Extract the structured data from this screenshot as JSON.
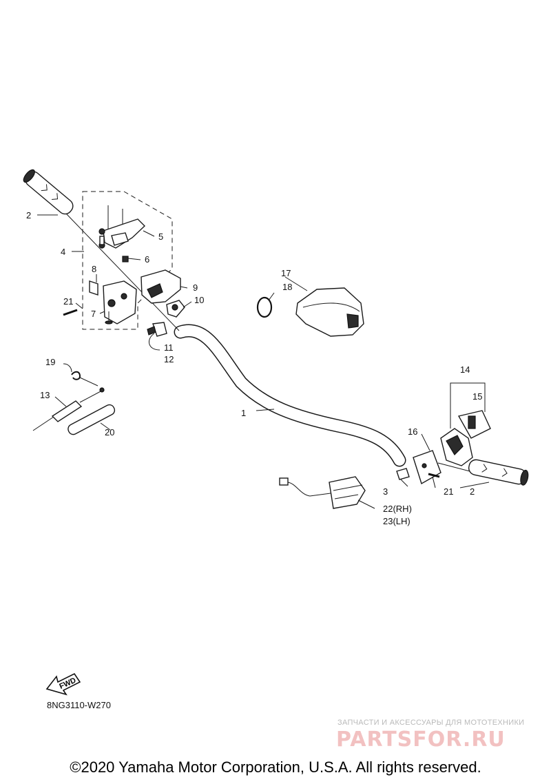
{
  "diagram": {
    "figure_code": "8NG3110-W270",
    "fwd_arrow_label": "FWD",
    "callouts": {
      "handlebar": "1",
      "grip_left": "2",
      "grip_right": "2",
      "throttle_stop": "3",
      "lever_assembly": "4",
      "lever": "5",
      "spring": "6",
      "bracket": "7",
      "plate": "8",
      "throttle_cover": "9",
      "cable_holder": "10",
      "cable_end": "11",
      "cable_bolt": "12",
      "throttle_cable": "13",
      "switch_assembly": "14",
      "switch_sub": "15",
      "switch_cover": "16",
      "handle_pad": "17",
      "clip_ring": "18",
      "cable_clip": "19",
      "protector_tube": "20",
      "screw_left": "21",
      "screw_right": "21",
      "warmer_rh": "22(RH)",
      "warmer_lh": "23(LH)"
    }
  },
  "watermark": {
    "caption": "ЗАПЧАСТИ И АКСЕССУАРЫ ДЛЯ МОТОТЕХНИКИ",
    "logo": "PARTSFOR.RU"
  },
  "footer": {
    "copyright": "©2020 Yamaha Motor Corporation, U.S.A. All rights reserved."
  }
}
